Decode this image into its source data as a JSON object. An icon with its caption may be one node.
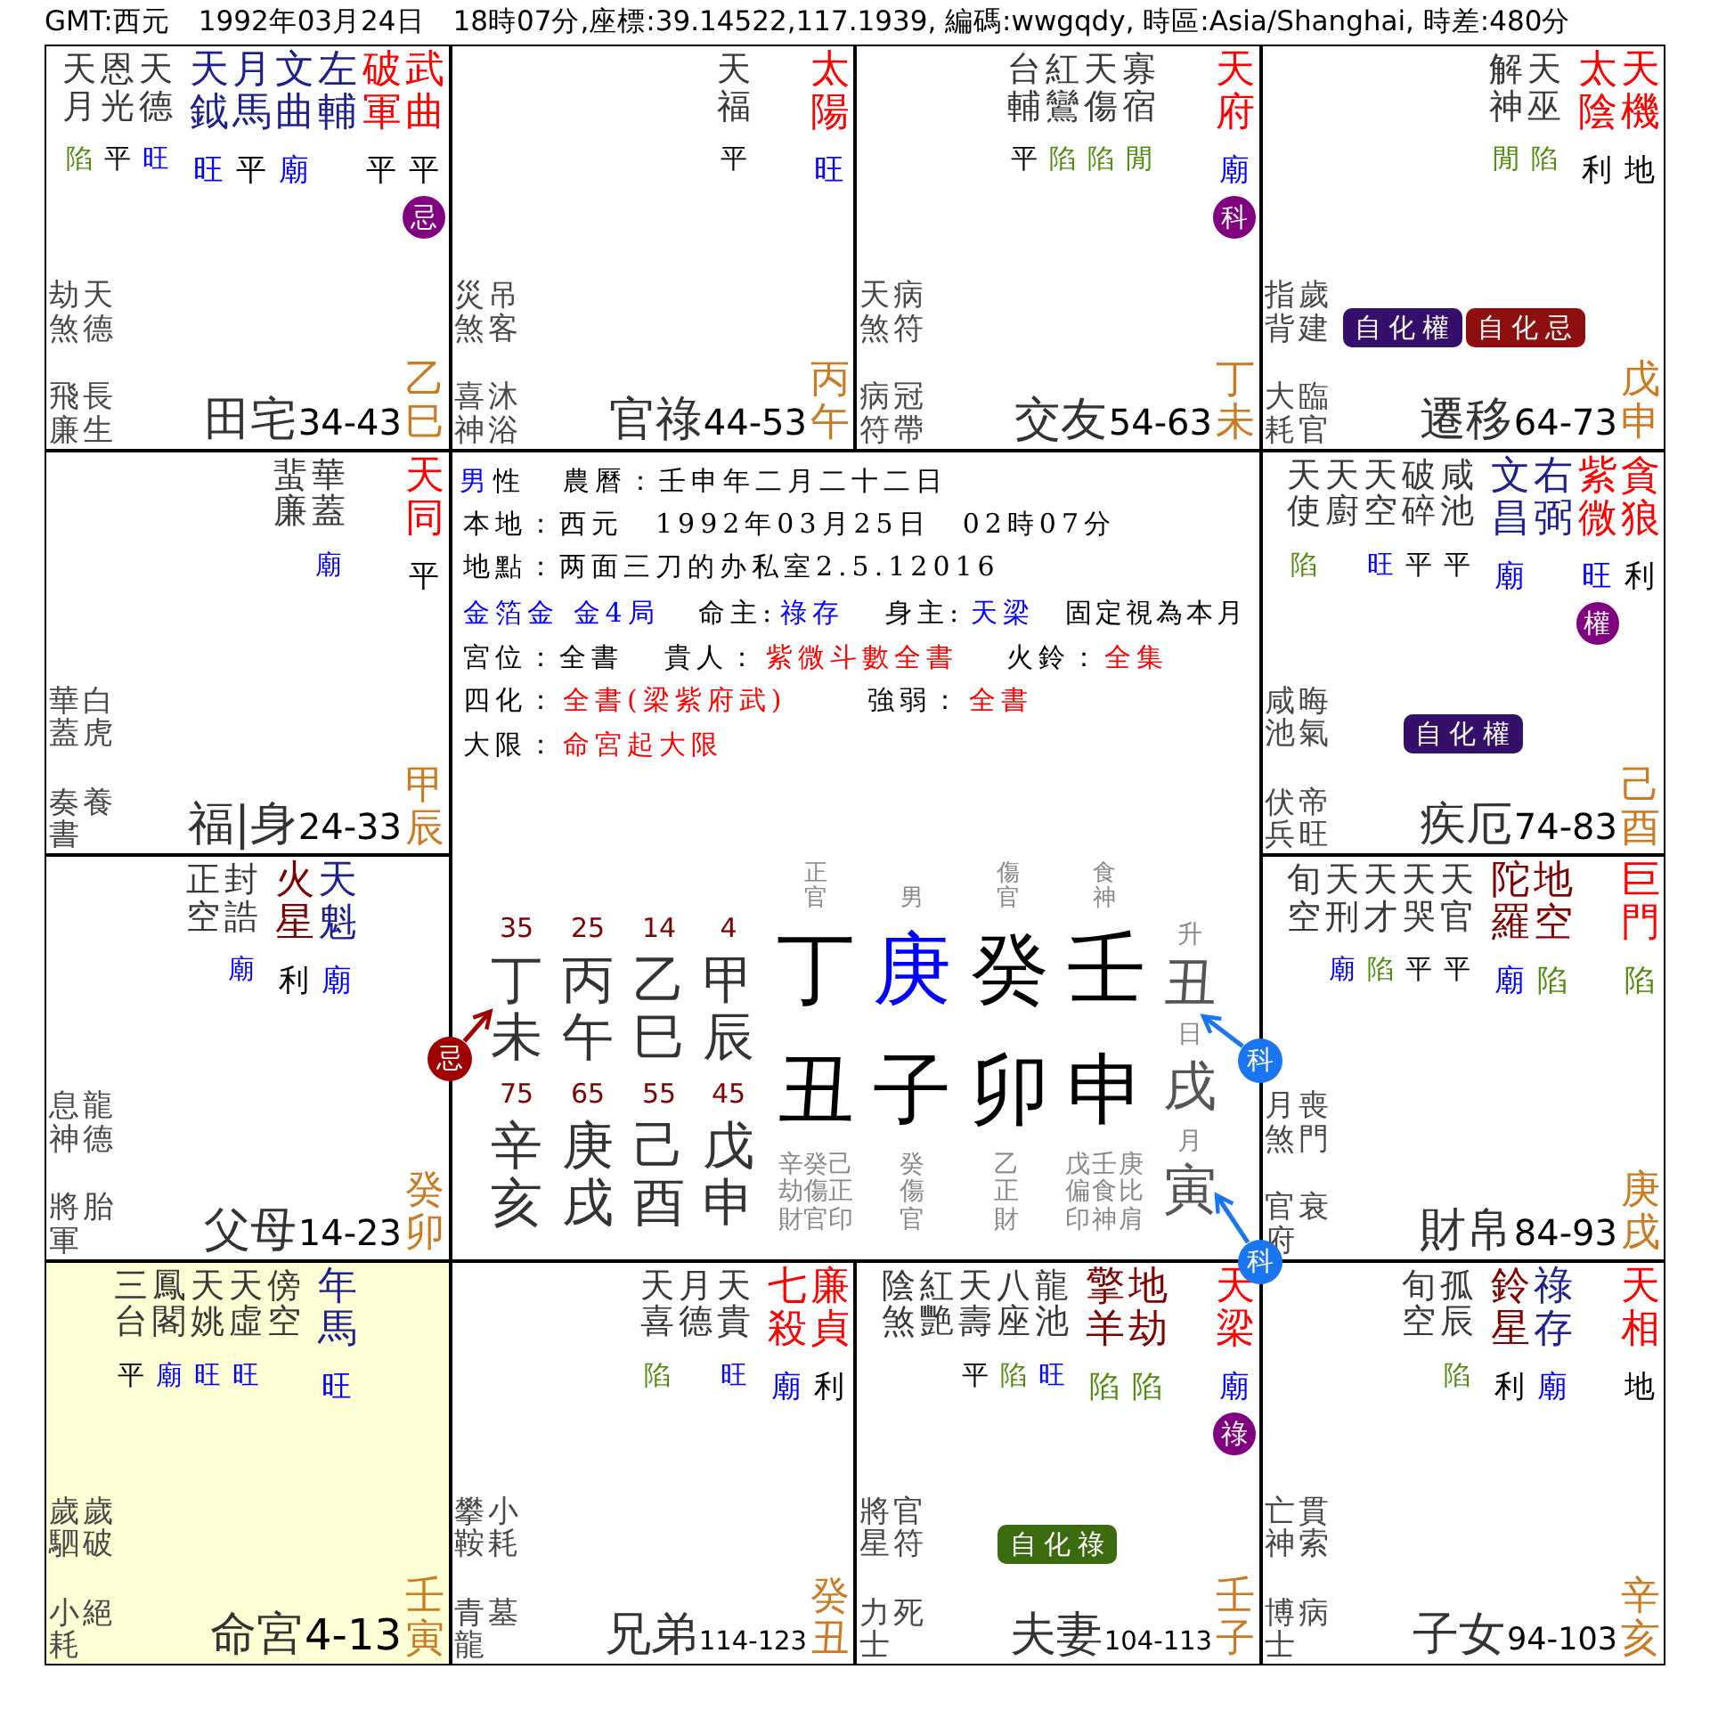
{
  "diagram": {
    "title": "GMT:西元　1992年03月24日　18時07分,座標:39.14522,117.1939, 編碼:wwgqdy, 時區:Asia/Shanghai, 時差:480分",
    "nodes": [
      {
        "text": [
          "天月",
          "恩光",
          "天德",
          "天鉞",
          "月馬",
          "文曲",
          "左輔",
          "破軍",
          "武曲",
          "陷",
          "平",
          "旺",
          "旺",
          "平",
          "廟",
          "平",
          "平",
          "劫煞",
          "天德",
          "飛廉",
          "長生",
          "田宅",
          "34-43",
          "乙巳"
        ]
      },
      {
        "text": [
          "忌"
        ],
        "in": 0
      },
      {
        "text": [
          "天福",
          "太陽",
          "平",
          "旺",
          "災煞",
          "吊客",
          "喜神",
          "沐浴",
          "官祿",
          "44-53",
          "丙午"
        ]
      },
      {
        "text": [
          "台輔",
          "紅鸞",
          "天傷",
          "寡宿",
          "天府",
          "平",
          "陷",
          "陷",
          "閒",
          "廟",
          "天煞",
          "病符",
          "病符",
          "冠帶",
          "交友",
          "54-63",
          "丁未"
        ]
      },
      {
        "text": [
          "科"
        ],
        "in": 3
      },
      {
        "text": [
          "解神",
          "天巫",
          "太陰",
          "天機",
          "閒",
          "陷",
          "利",
          "地",
          "指背",
          "歲建",
          "大耗",
          "臨官",
          "遷移",
          "64-73",
          "戊申"
        ]
      },
      {
        "text": [
          "自化權"
        ],
        "in": 5
      },
      {
        "text": [
          "自化忌"
        ],
        "in": 5
      },
      {
        "text": [
          "蜚廉",
          "華蓋",
          "天同",
          "廟",
          "平",
          "華蓋",
          "白虎",
          "奏書",
          "養",
          "福|身",
          "24-33",
          "甲辰"
        ]
      },
      {
        "text": [
          "男",
          "性",
          "農曆：壬申年二月二十二日",
          "本地：西元　1992年03月25日　02時07分",
          "地點：两面三刀的办私室2.5.12016",
          "金箔金 金4局",
          "命主:",
          "祿存",
          "身主:",
          "天梁",
          "固定視為本月",
          "宮位：全書",
          "貴人：",
          "紫微斗數全書",
          "火鈴：",
          "全集",
          "四化：",
          "全書(梁紫府武)",
          "強弱：",
          "全書",
          "大限：",
          "命宮起大限",
          "25",
          "丙午",
          "14",
          "乙巳",
          "4",
          "甲辰",
          "75",
          "辛亥",
          "65",
          "庚戌",
          "55",
          "己酉",
          "45",
          "戊申",
          "正官",
          "男",
          "傷官",
          "食神",
          "丁",
          "庚",
          "癸",
          "壬",
          "丑",
          "子",
          "卯",
          "申",
          "辛劫財",
          "癸傷官",
          "己正印",
          "癸傷官",
          "乙正財",
          "戊偏印",
          "壬食神",
          "庚比肩",
          "日",
          "戌"
        ]
      },
      {
        "text": [
          "丁未"
        ],
        "beside": [
          "35"
        ],
        "in": 9
      },
      {
        "text": [
          "丑"
        ],
        "beside": [
          "升"
        ],
        "in": 9
      },
      {
        "text": [
          "寅"
        ],
        "beside": [
          "月"
        ],
        "in": 9
      },
      {
        "text": [
          "天使",
          "天廚",
          "天空",
          "破碎",
          "咸池",
          "文昌",
          "右弼",
          "紫微",
          "貪狼",
          "陷",
          "旺",
          "平",
          "平",
          "廟",
          "旺",
          "利",
          "咸池",
          "晦氣",
          "伏兵",
          "帝旺",
          "疾厄",
          "74-83",
          "己酉"
        ]
      },
      {
        "text": [
          "權"
        ],
        "in": 13
      },
      {
        "text": [
          "自化權"
        ],
        "in": 13
      },
      {
        "text": [
          "正空",
          "封誥",
          "火星",
          "天魁",
          "廟",
          "利",
          "廟",
          "息神",
          "龍德",
          "將軍",
          "胎",
          "父母",
          "14-23",
          "癸卯"
        ]
      },
      {
        "text": [
          "忌"
        ]
      },
      {
        "text": [
          "科"
        ]
      },
      {
        "text": [
          "旬空",
          "天刑",
          "天才",
          "天哭",
          "天官",
          "陀羅",
          "地空",
          "巨門",
          "廟",
          "陷",
          "平",
          "平",
          "廟",
          "陷",
          "陷",
          "月煞",
          "喪門",
          "官府",
          "衰",
          "財帛",
          "84-93",
          "庚戌"
        ]
      },
      {
        "text": [
          "科"
        ]
      },
      {
        "text": [
          "三台",
          "鳳閣",
          "天姚",
          "天虛",
          "傍空",
          "年馬",
          "平",
          "廟",
          "旺",
          "旺",
          "旺",
          "歲駟",
          "歲破",
          "小耗",
          "絕",
          "命宮",
          "4-13",
          "壬寅"
        ]
      },
      {
        "text": [
          "天喜",
          "月德",
          "天貴",
          "七殺",
          "廉貞",
          "陷",
          "旺",
          "廟",
          "利",
          "攀鞍",
          "小耗",
          "青龍",
          "墓",
          "兄弟",
          "114-123",
          "癸丑"
        ]
      },
      {
        "text": [
          "陰煞",
          "紅艷",
          "天壽",
          "八座",
          "龍池",
          "擎羊",
          "地劫",
          "天梁",
          "平",
          "陷",
          "旺",
          "陷",
          "陷",
          "廟",
          "將星",
          "官符",
          "力士",
          "死",
          "夫妻",
          "104-113",
          "壬子"
        ]
      },
      {
        "text": [
          "祿"
        ],
        "in": 23
      },
      {
        "text": [
          "自化祿"
        ],
        "in": 23
      },
      {
        "text": [
          "旬空",
          "孤辰",
          "鈴星",
          "祿存",
          "天相",
          "陷",
          "利",
          "廟",
          "地",
          "亡神",
          "貫索",
          "博士",
          "病",
          "子女",
          "94-103",
          "辛亥"
        ]
      }
    ],
    "edges": [
      {
        "from": 17,
        "to": 10,
        "arrow": "to",
        "color": "#a00000"
      },
      {
        "from": 18,
        "to": 11,
        "arrow": "to"
      },
      {
        "from": 20,
        "to": 12,
        "arrow": "to"
      }
    ]
  }
}
